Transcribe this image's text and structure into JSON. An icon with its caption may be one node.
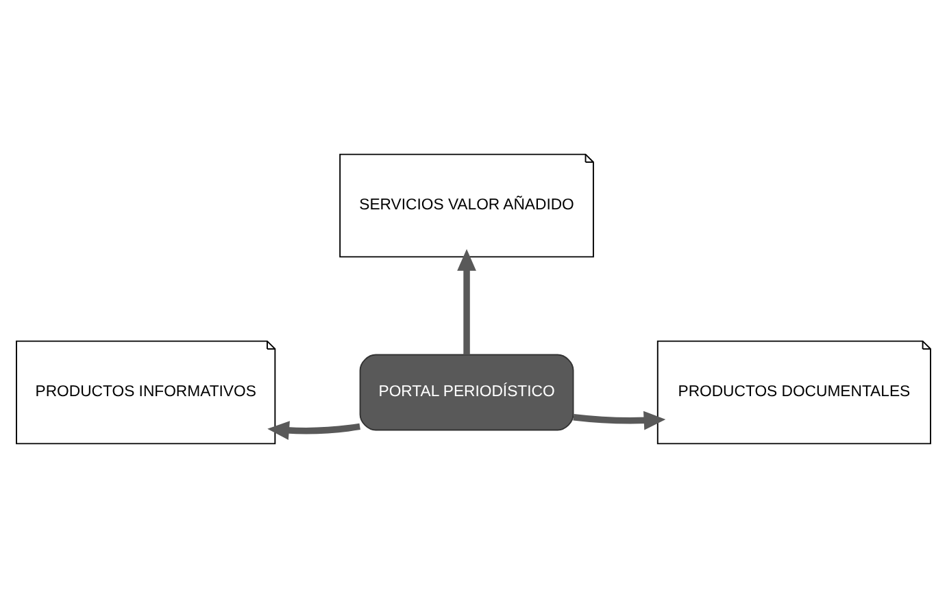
{
  "diagram": {
    "nodes": [
      {
        "text": [
          "SERVICIOS VALOR AÑADIDO"
        ]
      },
      {
        "text": [
          "PRODUCTOS INFORMATIVOS"
        ]
      },
      {
        "text": [
          "PORTAL PERIODÍSTICO"
        ]
      },
      {
        "text": [
          "PRODUCTOS DOCUMENTALES"
        ]
      }
    ],
    "edges": [
      {
        "from": 2,
        "to": 0,
        "arrow": "to"
      },
      {
        "from": 2,
        "to": 1,
        "arrow": "to"
      },
      {
        "from": 2,
        "to": 3,
        "arrow": "to"
      }
    ]
  }
}
